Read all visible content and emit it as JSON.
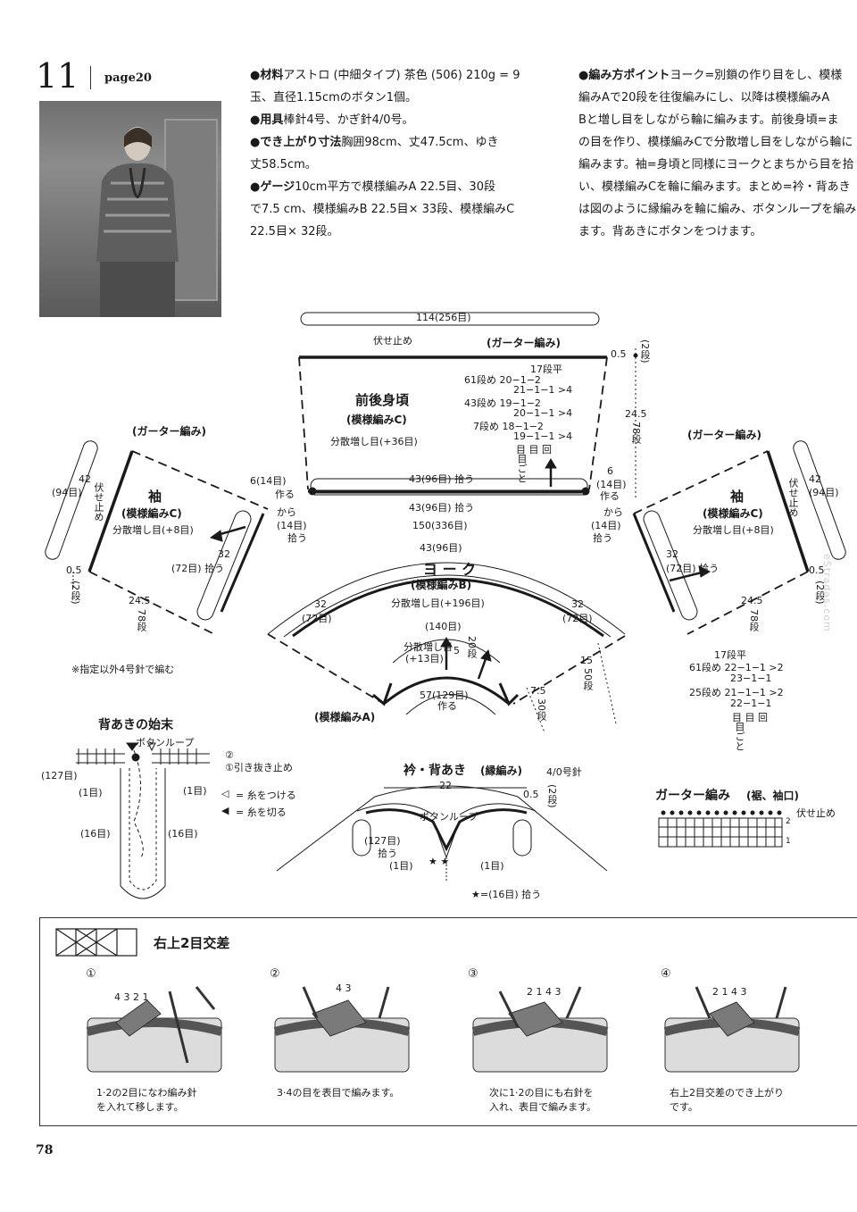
{
  "header": {
    "pattern_number": "11",
    "page_ref": "page20"
  },
  "materials": [
    {
      "label": "●材料",
      "text": "アストロ (中細タイプ) 茶色 (506) 210g = 9"
    },
    {
      "label": "",
      "text": "玉、直径1.15cmのボタン1個。"
    },
    {
      "label": "●用具",
      "text": "棒針4号、かぎ針4/0号。"
    },
    {
      "label": "●でき上がり寸法",
      "text": "胸囲98cm、丈47.5cm、ゆき"
    },
    {
      "label": "",
      "text": "丈58.5cm。"
    },
    {
      "label": "●ゲージ",
      "text": "10cm平方で模様編みA 22.5目、30段"
    },
    {
      "label": "",
      "text": "で7.5 cm、模様編みB 22.5目× 33段、模様編みC"
    },
    {
      "label": "",
      "text": "22.5目× 32段。"
    }
  ],
  "points": [
    {
      "label": "●編み方ポイント",
      "text": "ヨーク=別鎖の作り目をし、模様"
    },
    {
      "label": "",
      "text": "編みAで20段を往復編みにし、以降は模様編みA"
    },
    {
      "label": "",
      "text": "Bと増し目をしながら輪に編みます。前後身頃=ま"
    },
    {
      "label": "",
      "text": "の目を作り、模様編みCで分散増し目をしながら輪に"
    },
    {
      "label": "",
      "text": "編みます。袖=身頃と同様にヨークとまちから目を拾"
    },
    {
      "label": "",
      "text": "い、模様編みCを輪に編みます。まとめ=衿・背あき"
    },
    {
      "label": "",
      "text": "は図のように縁編みを輪に編み、ボタンループを編み"
    },
    {
      "label": "",
      "text": "ます。背あきにボタンをつけます。"
    }
  ],
  "body_diagram": {
    "width_top": "114(256目)",
    "bind_off": "伏せ止め",
    "garter": "(ガーター編み)",
    "name": "前後身頃",
    "pattern": "(模様編みC)",
    "increase": "分散増し目(+36目)",
    "side_top": "0.5",
    "side_top_rows": "(2段)",
    "side_len": "24.5",
    "side_rows": "78段",
    "incr_table": {
      "head": "17段平",
      "rows": [
        "61段め 20−1−2",
        "21−1−1 >4",
        "43段め 19−1−2",
        "20−1−1 >4",
        "7段め 18−1−2",
        "19−1−1 >4"
      ],
      "foot": "目 目 回",
      "foot2": "目ごと"
    },
    "pick_left_a": "6(14目)",
    "pick_left_b": "作る",
    "pick_mid": "43(96目) 拾う",
    "pick_mid2": "43(96目) 拾う",
    "pick_right_a": "6",
    "pick_right_b": "(14目)",
    "pick_right_c": "作る"
  },
  "sleeve_left": {
    "garter": "(ガーター編み)",
    "name": "袖",
    "pattern": "(模様編みC)",
    "increase": "分散増し目(+8目)",
    "width": "42",
    "width_sts": "(94目)",
    "bind_off": "伏せ止め",
    "edge": "0.5",
    "edge_rows": "(2段)",
    "length": "24.5",
    "length_rows": "78段",
    "pick_from": "から",
    "pick_sts": "(14目)",
    "pick_word": "拾う",
    "pick_yoke": "32",
    "pick_yoke_sts": "(72目) 拾う"
  },
  "sleeve_right": {
    "garter": "(ガーター編み)",
    "name": "袖",
    "pattern": "(模様編みC)",
    "increase": "分散増し目(+8目)",
    "width": "42",
    "width_sts": "(94目)",
    "bind_off": "伏せ止め",
    "edge": "0.5",
    "edge_rows": "(2段)",
    "length": "24.5",
    "length_rows": "78段",
    "pick_from": "から",
    "pick_sts": "(14目)",
    "pick_word": "拾う",
    "pick_yoke": "32",
    "pick_yoke_sts": "(72目) 拾う",
    "incr_table": {
      "head": "17段平",
      "rows": [
        "61段め 22−1−1 >2",
        "23−1−1",
        "25段め 21−1−1 >2",
        "22−1−1"
      ],
      "foot": "目 目 回",
      "foot2": "目ごと"
    }
  },
  "yoke": {
    "outer": "150(336目)",
    "top": "43(96目)",
    "name": "ヨ ー ク",
    "pattern": "(模様編みB)",
    "increase": "分散増し目(+196目)",
    "left_side": "32",
    "left_sts": "(72目)",
    "right_side": "32",
    "right_sts": "(72目)",
    "inner_sts": "(140目)",
    "inner_incr": "分散増し目",
    "inner_incr2": "(+13目)",
    "inner_rows": "5",
    "inner_rows2": "20段",
    "cast_on": "57(129目)",
    "cast_on_word": "作る",
    "side_right": "15",
    "side_right_rows": "50段",
    "bottom_right": "7.5",
    "bottom_right_rows": "30段",
    "pattern_a": "(模様編みA)"
  },
  "note": "※指定以外4号針で編む",
  "back_opening": {
    "title": "背あきの始末",
    "button_loop": "ボタンループ",
    "row2": "②",
    "row1": "①引き抜き止め",
    "sts127": "(127目)",
    "sts1l": "(1目)",
    "sts1r": "(1目)",
    "sts16l": "(16目)",
    "sts16r": "(16目)",
    "legend_attach": "= 糸をつける",
    "legend_cut": "= 糸を切る"
  },
  "collar": {
    "title": "衿・背あき",
    "sub": "(縁編み)",
    "hook": "4/0号針",
    "width": "22",
    "rows": "0.5",
    "rows2": "(2段)",
    "button_loop": "ボタンループ",
    "sts127": "(127目)",
    "pick": "拾う",
    "sts1l": "(1目)",
    "sts1r": "(1目)",
    "star_note": "★=(16目) 拾う"
  },
  "garter": {
    "title": "ガーター編み",
    "sub": "(裾、袖口)",
    "bind_off": "伏せ止め",
    "row_labels": [
      "2",
      "1"
    ]
  },
  "cable": {
    "title": "右上2目交差",
    "steps": [
      {
        "num": "①",
        "caption1": "1·2の2目になわ編み針",
        "caption2": "を入れて移します。",
        "marks": "4 3 2 1"
      },
      {
        "num": "②",
        "caption1": "3·4の目を表目で編みます。",
        "caption2": "",
        "marks": "4 3"
      },
      {
        "num": "③",
        "caption1": "次に1·2の目にも右針を",
        "caption2": "入れ、表目で編みます。",
        "marks": "2 1 4 3"
      },
      {
        "num": "④",
        "caption1": "右上2目交差のでき上がり",
        "caption2": "です。",
        "marks": "2 1 4 3"
      }
    ]
  },
  "footer": {
    "page_number": "78",
    "watermark": "eStradas.com"
  },
  "colors": {
    "ink": "#1a1a1a",
    "fabric_dark": "#777777",
    "fabric_light": "#c9c9c9"
  }
}
